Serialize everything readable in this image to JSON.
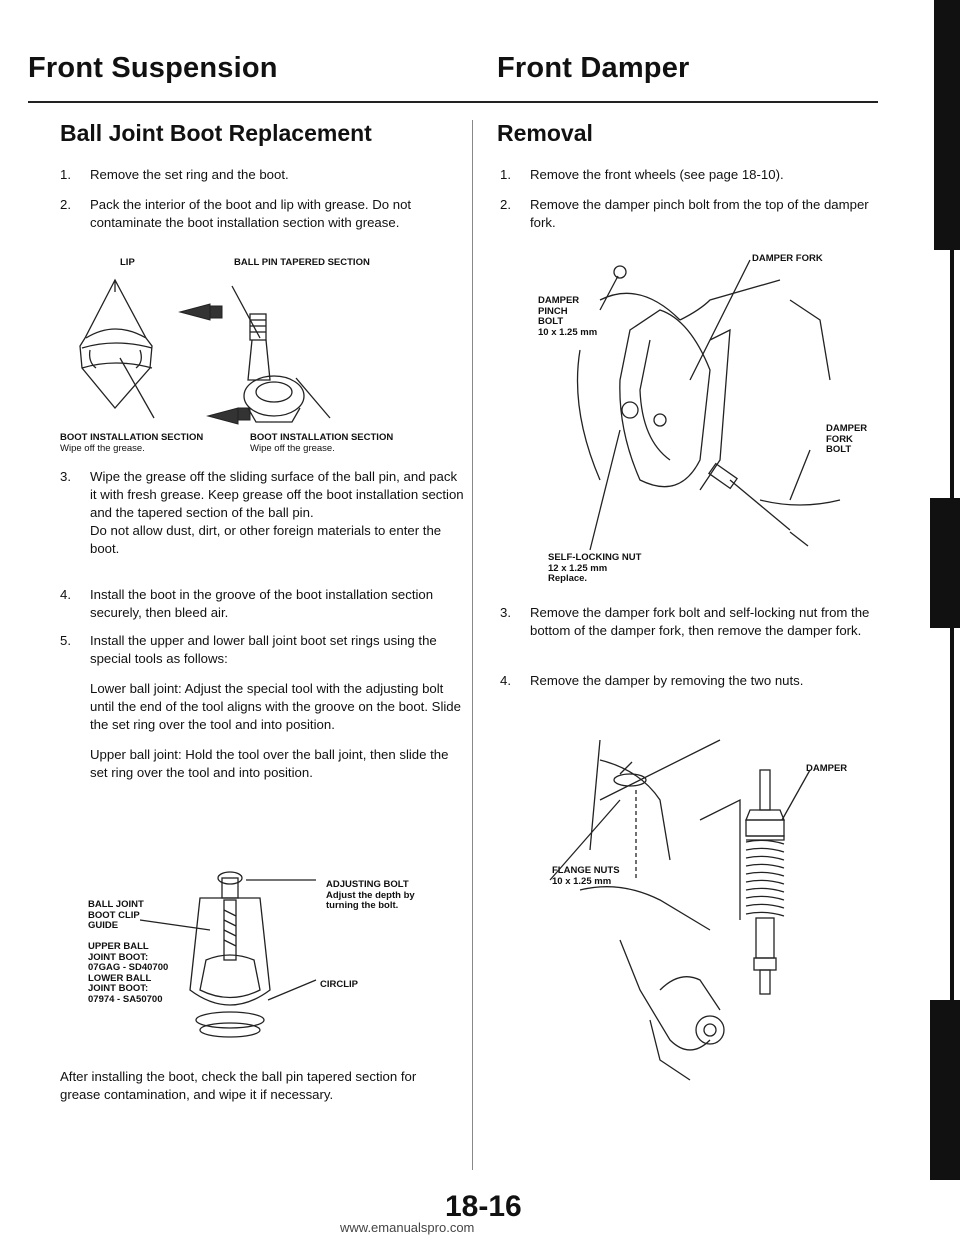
{
  "left_header": "Front Suspension",
  "right_header": "Front Damper",
  "left": {
    "title": "Ball Joint Boot Replacement",
    "steps": [
      {
        "num": "1.",
        "text": "Remove the set ring and the boot."
      },
      {
        "num": "2.",
        "text": "Pack the interior of the boot and lip with grease. Do not contaminate the boot installation section with grease."
      },
      {
        "num": "3.",
        "text": "Wipe the grease off the sliding surface of the ball pin, and pack it with fresh grease. Keep grease off the boot installation section and the tapered section of the ball pin.",
        "text2": "Do not allow dust, dirt, or other foreign materials to enter the boot."
      },
      {
        "num": "4.",
        "text": "Install the boot in the groove of the boot installation section securely, then bleed air."
      },
      {
        "num": "5.",
        "text": "Install the upper and lower ball joint boot set rings using the special tools as follows:",
        "text2": "Lower ball joint: Adjust the special tool with the adjusting bolt until the end of the tool aligns with the groove on the boot. Slide the set ring over the tool and into position.",
        "text3": "Upper ball joint: Hold the tool over the ball joint, then slide the set ring over the tool and into position."
      }
    ],
    "fig1": {
      "lip": "LIP",
      "tapered": "BALL PIN TAPERED SECTION",
      "boot_install_1": "BOOT INSTALLATION SECTION",
      "boot_install_1_note": "Wipe off the grease.",
      "boot_install_2": "BOOT INSTALLATION SECTION",
      "boot_install_2_note": "Wipe off the grease."
    },
    "fig2": {
      "guide_1": "BALL JOINT",
      "guide_2": "BOOT CLIP",
      "guide_3": "GUIDE",
      "upper_1": "UPPER BALL",
      "upper_2": "JOINT BOOT:",
      "upper_3": "07GAG - SD40700",
      "lower_1": "LOWER BALL",
      "lower_2": "JOINT BOOT:",
      "lower_3": "07974 - SA50700",
      "adj": "ADJUSTING BOLT",
      "adj_note_1": "Adjust the depth by",
      "adj_note_2": "turning the bolt.",
      "circlip": "CIRCLIP"
    },
    "after": "After installing the boot, check the ball pin tapered section for grease contamination, and wipe it if necessary."
  },
  "right": {
    "title": "Removal",
    "steps": [
      {
        "num": "1.",
        "text": "Remove the front wheels (see page 18-10)."
      },
      {
        "num": "2.",
        "text": "Remove the damper pinch bolt from the top of the damper fork."
      },
      {
        "num": "3.",
        "text": "Remove the damper fork bolt and self-locking nut from the bottom of the damper fork, then remove the damper fork."
      },
      {
        "num": "4.",
        "text": "Remove the damper by removing the two nuts."
      }
    ],
    "fig1": {
      "damper_fork": "DAMPER FORK",
      "pinch_1": "DAMPER",
      "pinch_2": "PINCH",
      "pinch_3": "BOLT",
      "pinch_4": "10 x 1.25 mm",
      "fork_bolt_1": "DAMPER",
      "fork_bolt_2": "FORK",
      "fork_bolt_3": "BOLT",
      "nut_1": "SELF-LOCKING NUT",
      "nut_2": "12 x 1.25 mm",
      "nut_3": "Replace."
    },
    "fig2": {
      "damper": "DAMPER",
      "flange_1": "FLANGE NUTS",
      "flange_2": "10 x 1.25 mm"
    }
  },
  "page_number": "18-16",
  "footer_url": "www.emanualspro.com"
}
